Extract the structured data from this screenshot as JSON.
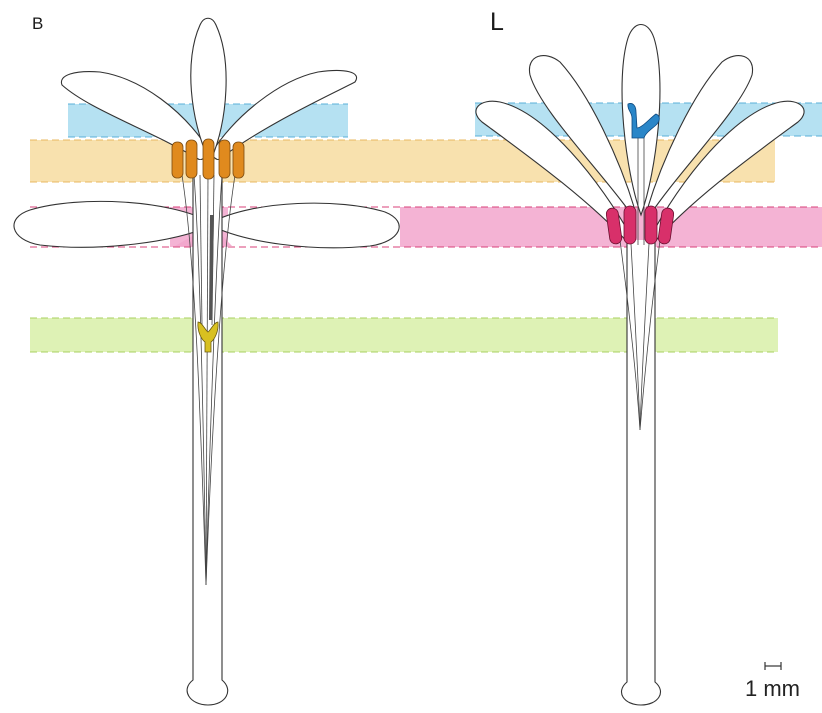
{
  "panels": [
    {
      "label": "B"
    },
    {
      "label": "L"
    }
  ],
  "scale_bar": {
    "label": "1 mm"
  },
  "colors": {
    "band_blue": "#a8dcf0",
    "band_orange": "#f7dca0",
    "band_pink": "#f2a6cc",
    "band_green": "#d8f0a8",
    "anther_orange": "#e08a1e",
    "stigma_yellow": "#d8c020",
    "anther_magenta": "#d8306a",
    "stigma_blue": "#2a86c8",
    "outline": "#333333"
  }
}
